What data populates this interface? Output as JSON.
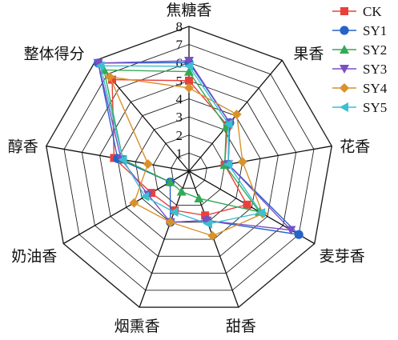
{
  "chart_data": {
    "type": "radar",
    "categories": [
      "焦糖香",
      "果香",
      "花香",
      "麦芽香",
      "甜香",
      "烟熏香",
      "奶油香",
      "醇香",
      "整体得分"
    ],
    "r_ticks": [
      "1",
      "2",
      "3",
      "4",
      "5",
      "6",
      "7",
      "8"
    ],
    "rlim": [
      0,
      8
    ],
    "grid": true,
    "legend_position": "top-right",
    "series": [
      {
        "name": "CK",
        "color": "#e8413b",
        "marker": "square",
        "values": [
          5.0,
          3.3,
          2.0,
          3.7,
          2.6,
          2.3,
          2.4,
          4.2,
          6.6
        ]
      },
      {
        "name": "SY1",
        "color": "#2563c9",
        "marker": "circle",
        "values": [
          6.0,
          3.5,
          2.2,
          7.0,
          2.9,
          3.0,
          1.2,
          4.0,
          7.8
        ]
      },
      {
        "name": "SY2",
        "color": "#33aa55",
        "marker": "triangle-up",
        "values": [
          5.5,
          3.2,
          2.0,
          4.5,
          1.6,
          1.2,
          1.2,
          3.7,
          7.3
        ]
      },
      {
        "name": "SY3",
        "color": "#7b4fc4",
        "marker": "triangle-down",
        "values": [
          6.1,
          3.5,
          2.2,
          6.5,
          2.9,
          3.0,
          2.6,
          3.8,
          7.8
        ]
      },
      {
        "name": "SY4",
        "color": "#d9912b",
        "marker": "diamond",
        "values": [
          4.6,
          4.1,
          3.0,
          4.7,
          3.8,
          3.0,
          3.5,
          2.3,
          6.8
        ]
      },
      {
        "name": "SY5",
        "color": "#3bbfd1",
        "marker": "triangle-left",
        "values": [
          5.8,
          3.4,
          2.2,
          4.6,
          3.1,
          2.4,
          2.8,
          3.7,
          7.6
        ]
      }
    ]
  }
}
